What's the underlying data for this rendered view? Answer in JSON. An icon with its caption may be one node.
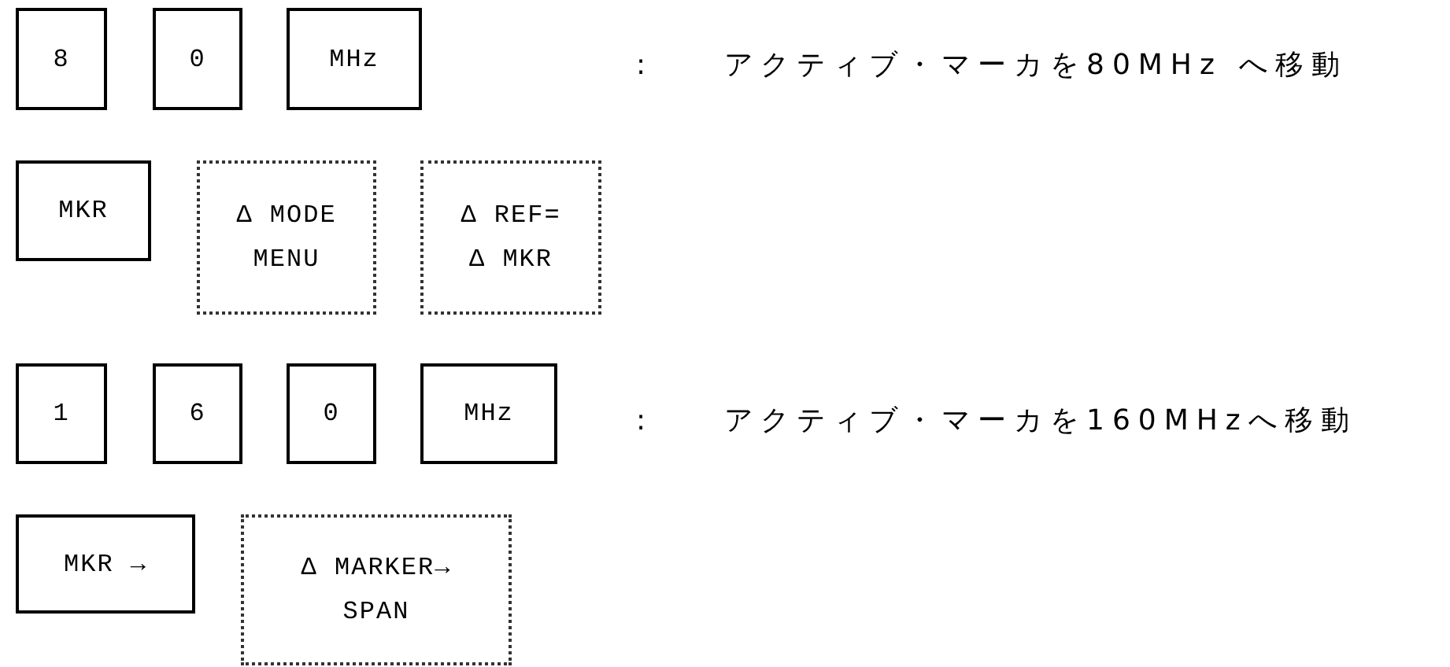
{
  "diagram": {
    "nodes": [
      {
        "text": [
          "8"
        ]
      },
      {
        "text": [
          "0"
        ]
      },
      {
        "text": [
          "MHz"
        ]
      },
      {
        "text": [
          "MKR"
        ]
      },
      {
        "text": [
          "Δ MODE MENU"
        ]
      },
      {
        "text": [
          "Δ REF= Δ MKR"
        ]
      },
      {
        "text": [
          "1"
        ]
      },
      {
        "text": [
          "6"
        ]
      },
      {
        "text": [
          "0"
        ]
      },
      {
        "text": [
          "MHz"
        ]
      },
      {
        "text": [
          "MKR →"
        ]
      },
      {
        "text": [
          "Δ MARKER→ SPAN"
        ]
      }
    ],
    "labels": [
      ":",
      "アクティブ・マーカを80MHz へ移動",
      ":",
      "アクティブ・マーカを160MHzへ移動"
    ]
  }
}
